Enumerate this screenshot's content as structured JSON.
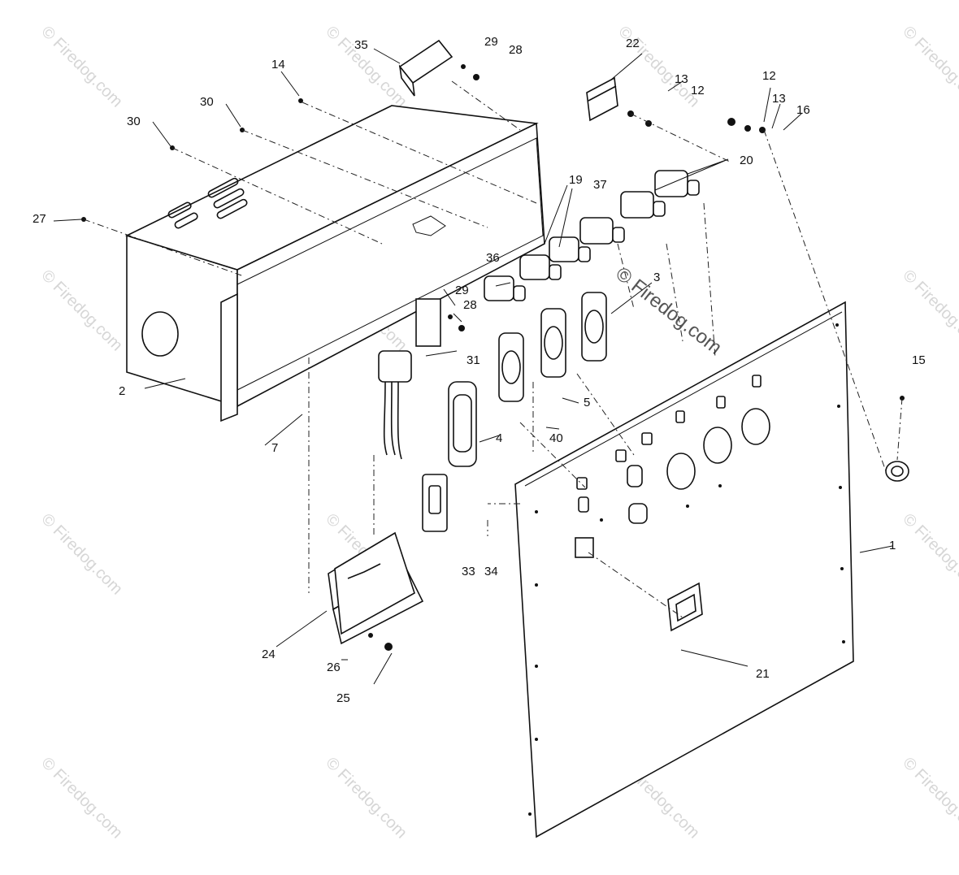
{
  "watermark": "© Firedog.com",
  "callouts": [
    "1",
    "2",
    "3",
    "4",
    "5",
    "7",
    "12",
    "12",
    "13",
    "13",
    "14",
    "15",
    "16",
    "19",
    "20",
    "21",
    "22",
    "24",
    "25",
    "26",
    "27",
    "28",
    "28",
    "29",
    "29",
    "30",
    "30",
    "31",
    "33",
    "34",
    "35",
    "36",
    "37",
    "40"
  ]
}
